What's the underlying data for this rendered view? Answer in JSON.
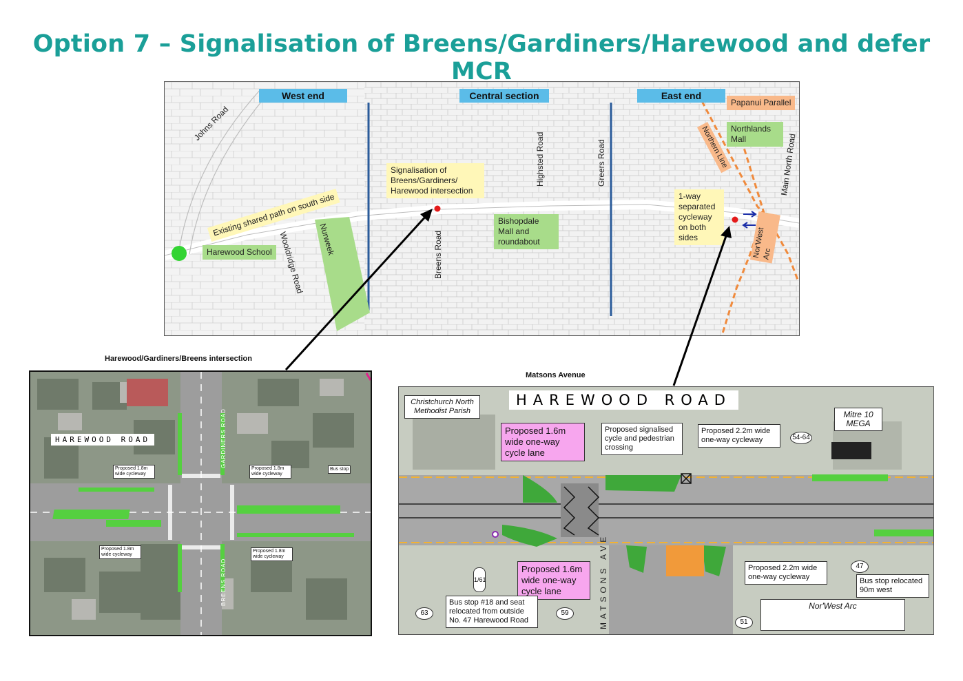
{
  "page_title": "Option 7 – Signalisation of Breens/Gardiners/Harewood and defer MCR",
  "overview_map": {
    "sections": [
      "West end",
      "Central section",
      "East end"
    ],
    "roads": [
      "Johns Road",
      "Wooldridge Road",
      "Nurweek",
      "Breens Road",
      "Highsted Road",
      "Greers Road",
      "Main North Road",
      "Nor'West Arc",
      "Northern Line"
    ],
    "labels": {
      "shared_path": "Existing shared path on south side",
      "school": "Harewood School",
      "signal_note": "Signalisation of Breens/Gardiners/ Harewood intersection",
      "mall": "Bishopdale Mall and roundabout",
      "papanui": "Papanui Parallel",
      "northlands": "Northlands Mall",
      "cycleway": "1-way separated cycleway on both sides"
    }
  },
  "intersection_panel": {
    "caption": "Harewood/Gardiners/Breens intersection",
    "road_label": "HAREWOOD ROAD",
    "gardiners": "GARDINERS ROAD",
    "breens": "BREENS ROAD",
    "notes": [
      "Proposed 1.8m wide cycleway",
      "Proposed 1.8m wide cycleway",
      "Bus stop",
      "Proposed 1.8m wide cycleway",
      "Proposed 1.8m wide cycleway"
    ]
  },
  "matsons_panel": {
    "caption": "Matsons Avenue",
    "road_label": "HAREWOOD ROAD",
    "church": "Christchurch North Methodist Parish",
    "mitre": "Mitre 10 MEGA",
    "pink1": "Proposed 1.6m wide one-way cycle lane",
    "pink2": "Proposed 1.6m wide one-way cycle lane",
    "signal": "Proposed signalised cycle and pedestrian crossing",
    "cw1": "Proposed 2.2m wide one-way cycleway",
    "cw2": "Proposed 2.2m wide one-way cycleway",
    "bus_relocated": "Bus stop relocated 90m west",
    "bus18": "Bus stop #18 and seat relocated from outside No. 47 Harewood Road",
    "matsons_ave": "MATSONS AVE",
    "norwest": "Nor'West Arc",
    "numbers": [
      "54-64",
      "47",
      "63",
      "59",
      "1/61",
      "51"
    ]
  }
}
